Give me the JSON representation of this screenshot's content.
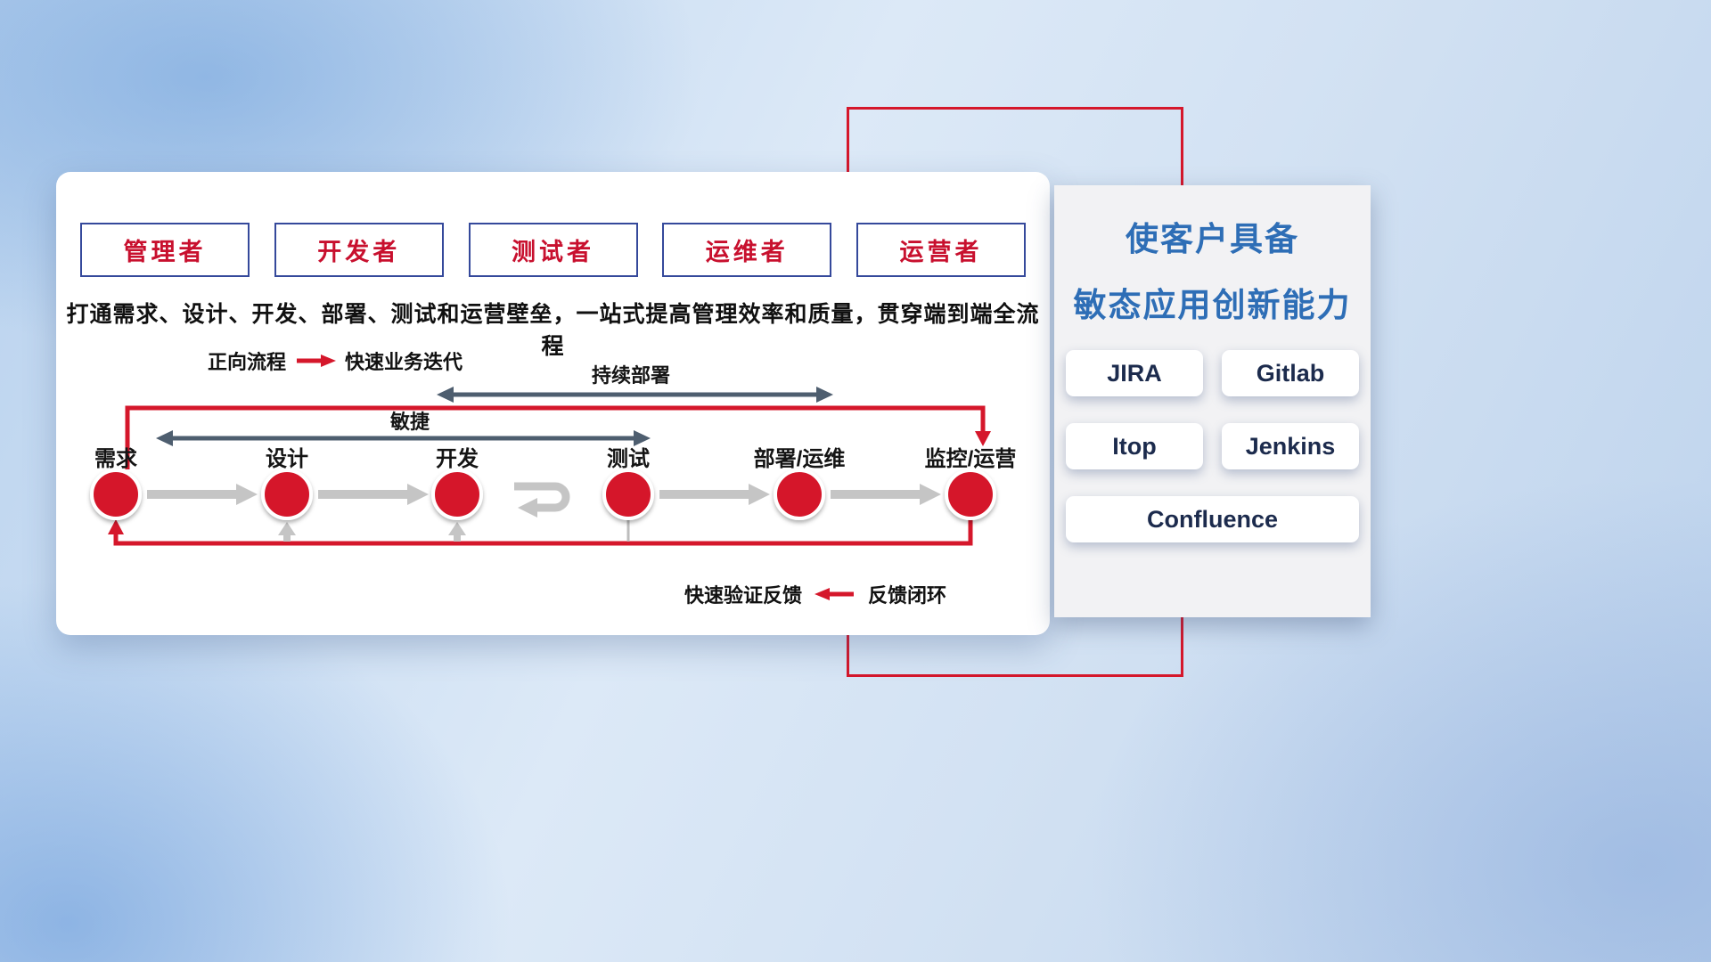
{
  "roles": [
    {
      "label": "管理者"
    },
    {
      "label": "开发者"
    },
    {
      "label": "测试者"
    },
    {
      "label": "运维者"
    },
    {
      "label": "运营者"
    }
  ],
  "description": "打通需求、设计、开发、部署、测试和运营壁垒，一站式提高管理效率和质量，贯穿端到端全流程",
  "legend_forward": {
    "label": "正向流程",
    "value": "快速业务迭代"
  },
  "legend_feedback": {
    "label": "快速验证反馈",
    "value": "反馈闭环"
  },
  "flow": {
    "arrow_continuous_deploy": "持续部署",
    "arrow_agile": "敏捷",
    "stages": [
      "需求",
      "设计",
      "开发",
      "测试",
      "部署/运维",
      "监控/运营"
    ]
  },
  "panel": {
    "title_line1": "使客户具备",
    "title_line2": "敏态应用创新能力",
    "tools": [
      "JIRA",
      "Gitlab",
      "Itop",
      "Jenkins",
      "Confluence"
    ]
  },
  "colors": {
    "accent_red": "#d5172b",
    "title_blue": "#2e6eb6",
    "role_text_red": "#c8102e",
    "role_border_navy": "#35499b",
    "arrow_dark": "#4e5e6f",
    "arrow_gray": "#c5c5c5",
    "panel_bg": "#f2f2f4",
    "tool_text_navy": "#1c2b4d"
  }
}
